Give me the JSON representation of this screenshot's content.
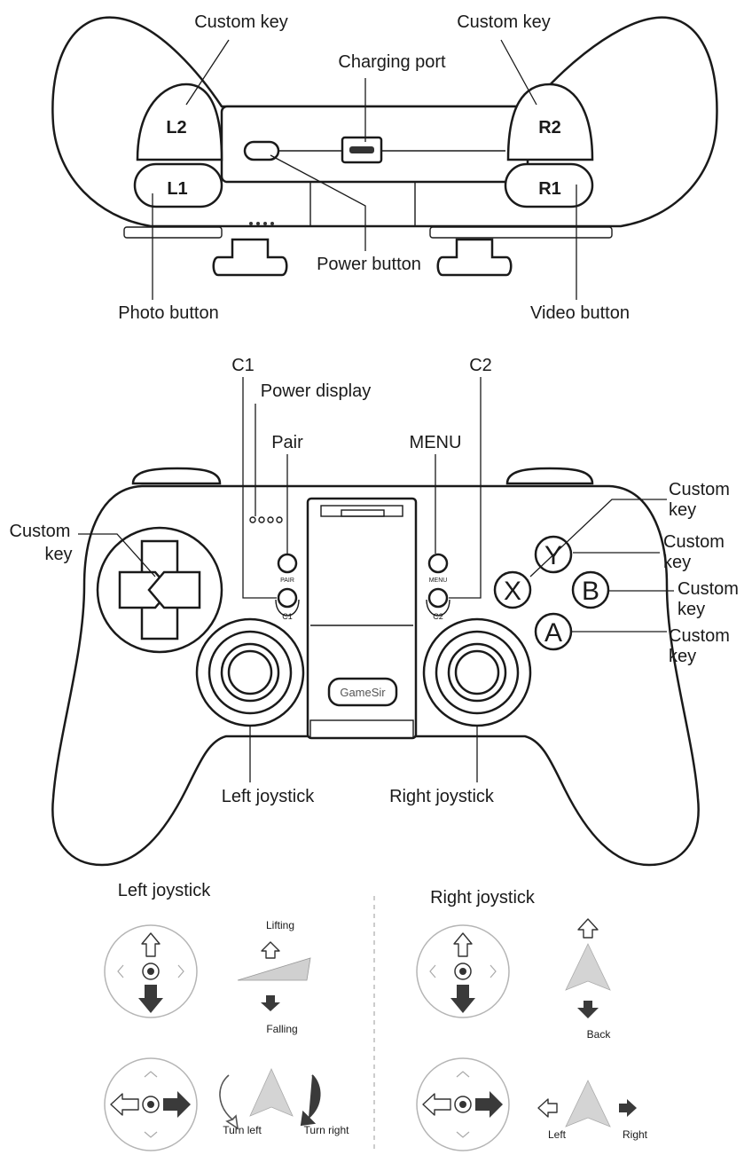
{
  "top_view": {
    "custom_key_left": "Custom key",
    "custom_key_right": "Custom key",
    "charging_port": "Charging port",
    "power_button": "Power button",
    "photo_button": "Photo button",
    "video_button": "Video button",
    "l2": "L2",
    "r2": "R2",
    "l1": "L1",
    "r1": "R1"
  },
  "front_view": {
    "c1": "C1",
    "c2": "C2",
    "power_display": "Power display",
    "pair": "Pair",
    "menu": "MENU",
    "custom_key_dpad_line1": "Custom",
    "custom_key_dpad_line2": "key",
    "custom_key_line1": "Custom",
    "custom_key_line2": "key",
    "left_joystick": "Left joystick",
    "right_joystick": "Right joystick",
    "button_pair": "PAIR",
    "button_menu": "MENU",
    "button_c1": "C1",
    "button_c2": "C2",
    "btn_y": "Y",
    "btn_x": "X",
    "btn_b": "B",
    "btn_a": "A",
    "logo": "GameSir"
  },
  "legend": {
    "left_title": "Left joystick",
    "right_title": "Right joystick",
    "lifting": "Lifting",
    "falling": "Falling",
    "turn_left": "Turn left",
    "turn_right": "Turn right",
    "back": "Back",
    "left": "Left",
    "right": "Right"
  }
}
